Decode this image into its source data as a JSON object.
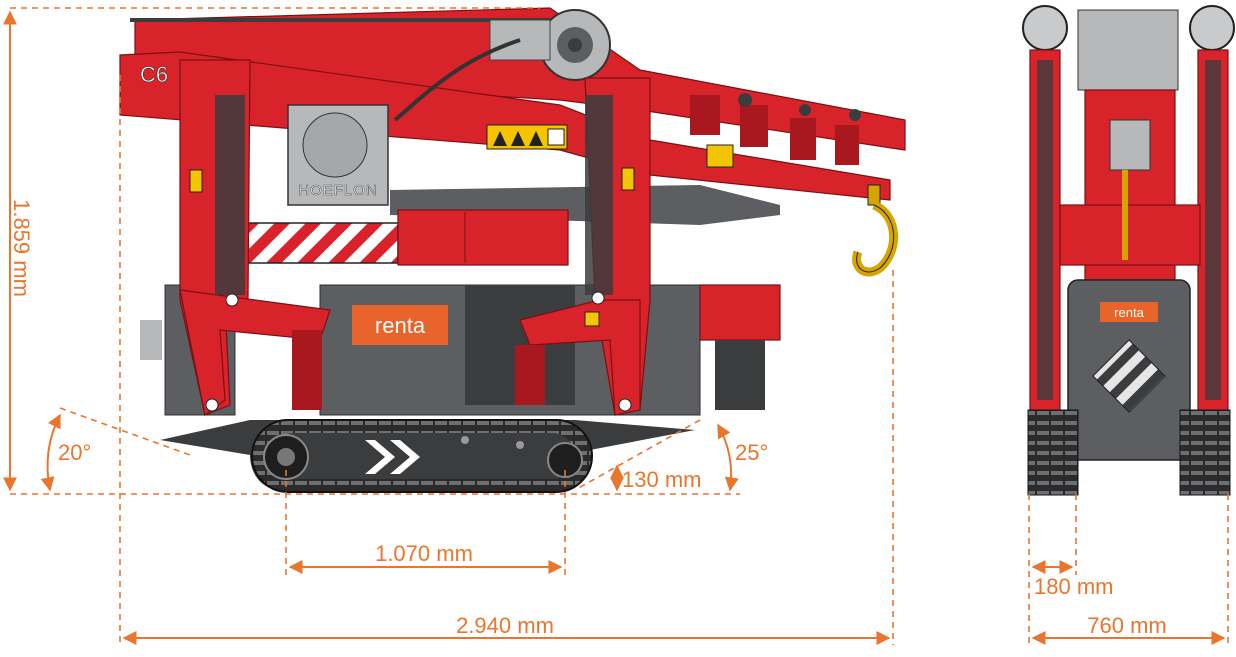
{
  "brand_label": "renta",
  "boom_label": "HOEFLON",
  "model_label": "C6",
  "colors": {
    "dimension": "#e8762d",
    "machine_red": "#d9232b",
    "body_grey": "#5c5e61",
    "brand_orange": "#e8642a"
  },
  "dimensions": {
    "height": "1.859 mm",
    "length": "2.940 mm",
    "track_centers": "1.070 mm",
    "ground_clearance": "130 mm",
    "width": "760 mm",
    "track_width": "180 mm",
    "approach_angle": "20°",
    "departure_angle": "25°"
  }
}
